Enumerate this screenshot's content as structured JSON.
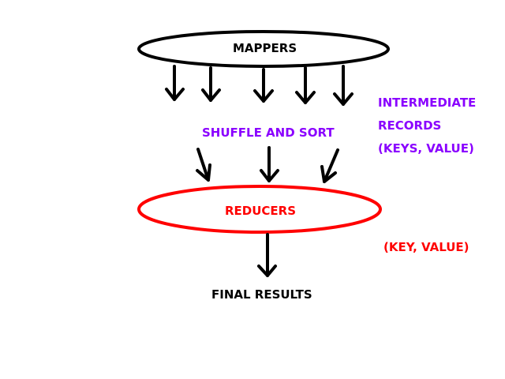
{
  "colors": {
    "black": "#000000",
    "reducer_red": "#ff0000",
    "purple": "#8a00ff",
    "label_red": "#ff0000"
  },
  "mappers": {
    "label": "MAPPERS"
  },
  "shuffle": {
    "label": "SHUFFLE AND SORT"
  },
  "reducers": {
    "label": "REDUCERS"
  },
  "final": {
    "label": "FINAL RESULTS"
  },
  "intermediate_note": {
    "lines": [
      "INTERMEDIATE",
      "RECORDS",
      "(KEYS, VALUE)"
    ]
  },
  "output_note": {
    "label": "(KEY, VALUE)"
  }
}
